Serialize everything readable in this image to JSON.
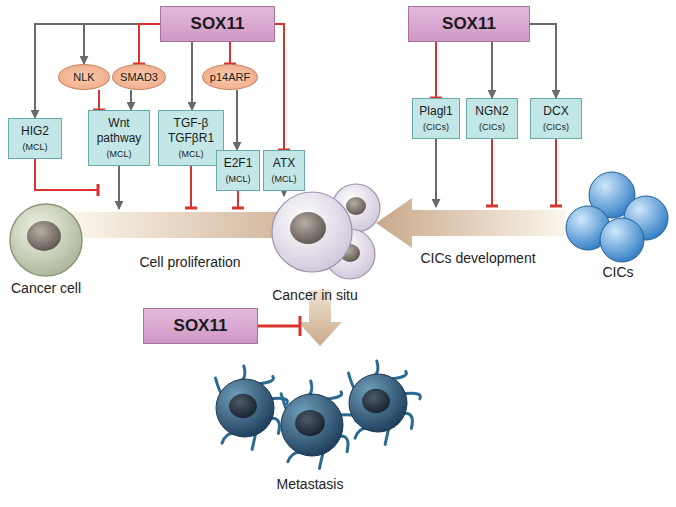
{
  "diagram": {
    "nodes": [
      {
        "text": [
          "SOX11"
        ]
      },
      {
        "text": [
          "SOX11"
        ]
      },
      {
        "text": [
          "NLK"
        ]
      },
      {
        "text": [
          "SMAD3"
        ]
      },
      {
        "text": [
          "p14ARF"
        ]
      },
      {
        "text": [
          "HIG2",
          "(MCL)"
        ]
      },
      {
        "text": [
          "Wnt pathway",
          "(MCL)"
        ]
      },
      {
        "text": [
          "TGF-β TGFβR1",
          "(MCL)"
        ]
      },
      {
        "text": [
          "E2F1",
          "(MCL)"
        ]
      },
      {
        "text": [
          "ATX",
          "(MCL)"
        ]
      },
      {
        "text": [
          "Plagl1",
          "(CICs)"
        ]
      },
      {
        "text": [
          "NGN2",
          "(CICs)"
        ]
      },
      {
        "text": [
          "DCX",
          "(CICs)"
        ]
      },
      {
        "text": [
          "SOX11"
        ]
      }
    ],
    "edges": [
      {
        "from": 0,
        "to": 5,
        "arrow": "to"
      },
      {
        "from": 0,
        "to": 2,
        "arrow": "to"
      },
      {
        "from": 0,
        "to": 3,
        "arrow": "to"
      },
      {
        "from": 0,
        "to": 7,
        "arrow": "to"
      },
      {
        "from": 0,
        "to": 4,
        "arrow": "to"
      },
      {
        "from": 0,
        "to": 9,
        "arrow": "to"
      },
      {
        "from": 2,
        "to": 6,
        "arrow": "to"
      },
      {
        "from": 3,
        "to": 6,
        "arrow": "to"
      },
      {
        "from": 4,
        "to": 8,
        "arrow": "to"
      },
      {
        "from": 1,
        "to": 10,
        "arrow": "to"
      },
      {
        "from": 1,
        "to": 11,
        "arrow": "to"
      },
      {
        "from": 1,
        "to": 12,
        "arrow": "to"
      }
    ],
    "labels": [
      "Cancer cell",
      "Cell proliferation",
      "Cancer in situ",
      "CICs development",
      "CICs",
      "Metastasis"
    ]
  }
}
